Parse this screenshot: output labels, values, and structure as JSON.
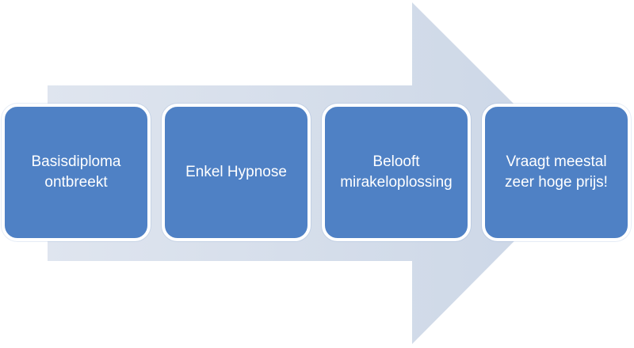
{
  "diagram": {
    "colors": {
      "arrow_fill": "#d6deea",
      "box_fill": "#4f81c5",
      "box_border": "#ffffff",
      "text": "#ffffff"
    },
    "steps": [
      {
        "label": "Basisdiploma\nontbreekt"
      },
      {
        "label": "Enkel Hypnose"
      },
      {
        "label": "Belooft\nmirakeloplossing"
      },
      {
        "label": "Vraagt meestal\nzeer hoge prijs!"
      }
    ]
  }
}
